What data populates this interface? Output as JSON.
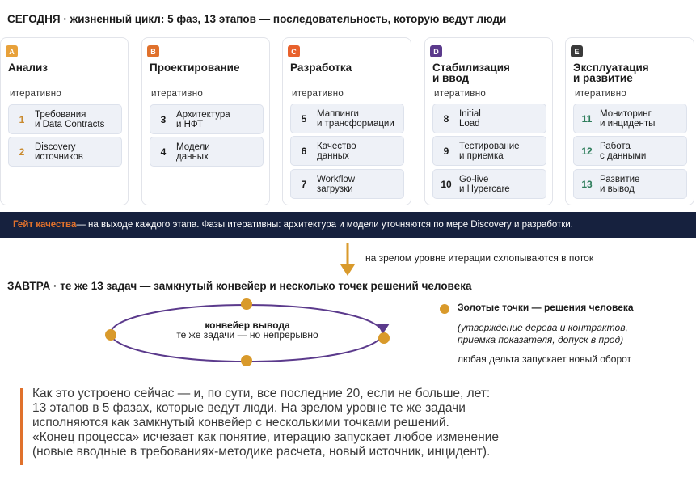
{
  "today": {
    "title": "СЕГОДНЯ · жизненный цикл: 5 фаз, 13 этапов — последовательность, которую ведут люди"
  },
  "phases": [
    {
      "letter": "A",
      "name": "Анализ",
      "iter": "итеративно",
      "color": "#e8a13a",
      "stages": [
        {
          "num": "1",
          "label": "Требования\nи Data Contracts"
        },
        {
          "num": "2",
          "label": "Discovery\nисточников"
        }
      ]
    },
    {
      "letter": "B",
      "name": "Проектирование",
      "iter": "итеративно",
      "color": "#e0712c",
      "stages": [
        {
          "num": "3",
          "label": "Архитектура\nи НФТ"
        },
        {
          "num": "4",
          "label": "Модели\nданных"
        }
      ]
    },
    {
      "letter": "C",
      "name": "Разработка",
      "iter": "итеративно",
      "color": "#e8612c",
      "stages": [
        {
          "num": "5",
          "label": "Маппинги\nи трансформации"
        },
        {
          "num": "6",
          "label": "Качество\nданных"
        },
        {
          "num": "7",
          "label": "Workflow\nзагрузки"
        }
      ]
    },
    {
      "letter": "D",
      "name": "Стабилизация\nи ввод",
      "iter": "итеративно",
      "color": "#5b3a8c",
      "stages": [
        {
          "num": "8",
          "label": "Initial\nLoad"
        },
        {
          "num": "9",
          "label": "Тестирование\nи приемка"
        },
        {
          "num": "10",
          "label": "Go-live\nи Hypercare"
        }
      ]
    },
    {
      "letter": "E",
      "name": "Эксплуатация\nи развитие",
      "iter": "итеративно",
      "color": "#3a3a3a",
      "stages": [
        {
          "num": "11",
          "label": "Мониторинг\nи инциденты"
        },
        {
          "num": "12",
          "label": "Работа\nс данными"
        },
        {
          "num": "13",
          "label": "Развитие\nи вывод"
        }
      ]
    }
  ],
  "stage_num_colors": {
    "A": "#c98a2e",
    "B": "#1b1b1b",
    "C": "#1b1b1b",
    "D": "#1b1b1b",
    "E": "#2e7d5b"
  },
  "gate": {
    "strong": "Гейт качества",
    "text": " — на выходе каждого этапа.  Фазы итеративны: архитектура и модели уточняются по мере Discovery и разработки."
  },
  "arrow_note": "на зрелом уровне итерации схлопываются в поток",
  "tomorrow": {
    "title": "ЗАВТРА · те же 13 задач — замкнутый конвейер и несколько точек решений человека",
    "loop_title": "конвейер вывода",
    "loop_subtitle": "те же задачи — но непрерывно"
  },
  "legend": {
    "title": "Золотые точки — решения человека",
    "detail": "(утверждение дерева и контрактов,\nприемка показателя, допуск в прод)",
    "trigger": "любая дельта запускает новый оборот"
  },
  "colors": {
    "gold": "#d99a2b",
    "purple": "#5b3a8c",
    "orange": "#e0712c",
    "navy": "#16213e"
  },
  "quote": "Как это устроено сейчас — и, по сути, все последние 20, если не больше, лет:\n13 этапов в 5 фазах, которые ведут люди. На зрелом уровне те же задачи\nисполняются как замкнутый конвейер с несколькими точками решений.\n«Конец процесса» исчезает как понятие, итерацию запускает любое изменение\n(новые вводные в требованиях-методике расчета, новый источник, инцидент)."
}
